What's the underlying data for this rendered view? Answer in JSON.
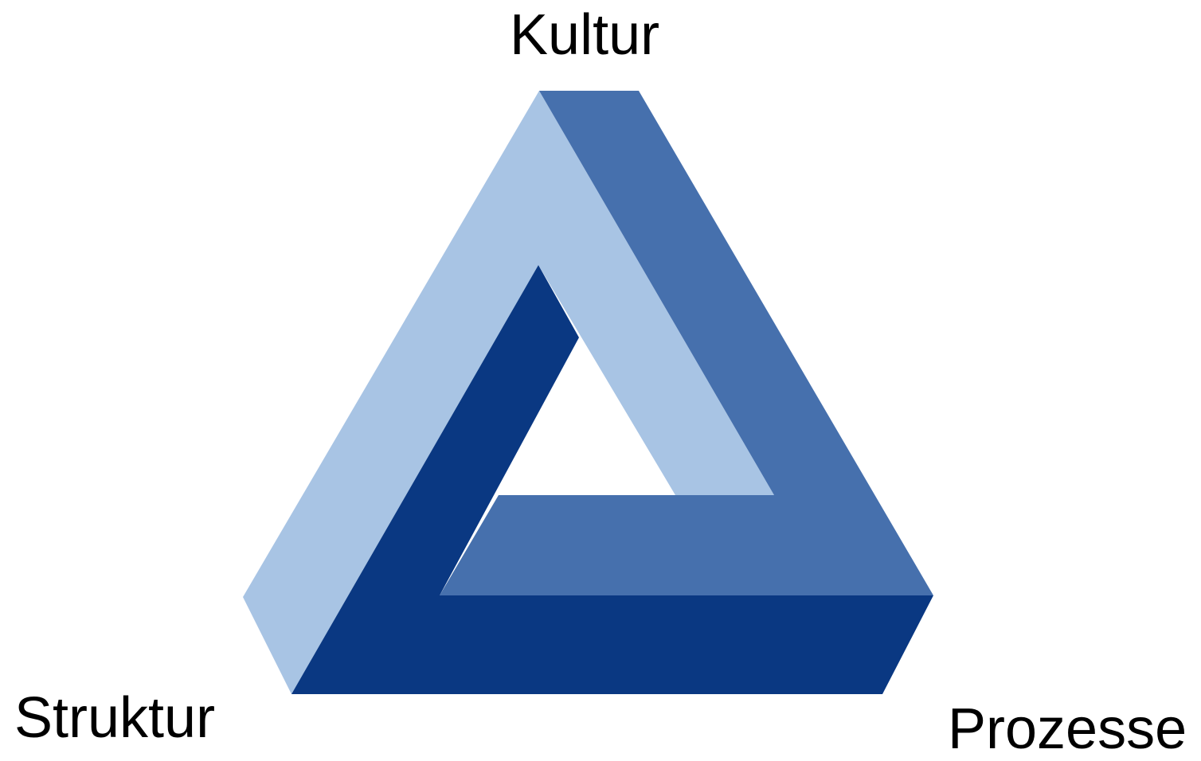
{
  "labels": {
    "top": "Kultur",
    "bottom_left": "Struktur",
    "bottom_right": "Prozesse"
  },
  "colors": {
    "light": "#a8c4e4",
    "medium": "#4670ad",
    "dark": "#0a3882",
    "background": "#ffffff",
    "text": "#000000"
  }
}
